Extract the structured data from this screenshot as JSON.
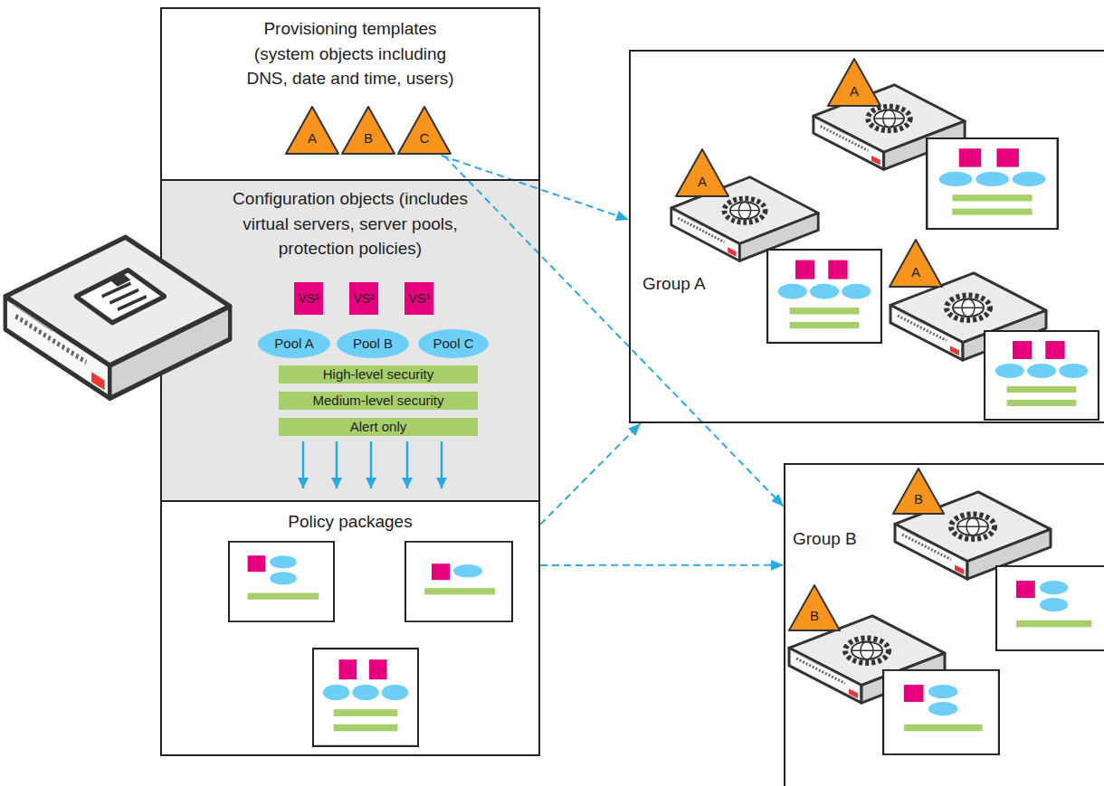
{
  "diagram": {
    "nodes": [
      {
        "text": [
          "Provisioning templates (system objects including DNS, date and time, users)"
        ]
      },
      {
        "text": [
          "A"
        ],
        "in": 0
      },
      {
        "text": [
          "B"
        ],
        "in": 0
      },
      {
        "text": [
          "C"
        ],
        "in": 0
      },
      {
        "text": [
          "Configuration objects (includes virtual servers, server pools, protection policies)"
        ]
      },
      {
        "text": [
          "VS¹"
        ],
        "in": 4
      },
      {
        "text": [
          "VS²"
        ],
        "in": 4
      },
      {
        "text": [
          "VS³"
        ],
        "in": 4
      },
      {
        "text": [
          "Pool A"
        ],
        "in": 4
      },
      {
        "text": [
          "Pool B"
        ],
        "in": 4
      },
      {
        "text": [
          "Pool C"
        ],
        "in": 4
      },
      {
        "text": [
          "High-level security"
        ],
        "in": 4
      },
      {
        "text": [
          "Medium-level security"
        ],
        "in": 4
      },
      {
        "text": [
          "Alert only"
        ],
        "in": 4
      },
      {
        "text": [
          "Policy packages"
        ]
      },
      {
        "text": [
          "Group A"
        ]
      },
      {
        "text": [
          "A"
        ],
        "in": 15
      },
      {
        "text": [
          "A"
        ],
        "in": 15
      },
      {
        "text": [
          "A"
        ],
        "in": 15
      },
      {
        "text": [
          "Group B"
        ]
      },
      {
        "text": [
          "B"
        ],
        "in": 19
      },
      {
        "text": [
          "B"
        ],
        "in": 19
      }
    ],
    "edges": [
      {
        "from": 3,
        "to": 15,
        "arrow": "to"
      },
      {
        "from": 3,
        "to": 19,
        "arrow": "to"
      },
      {
        "from": 14,
        "to": 15,
        "arrow": "to"
      },
      {
        "from": 14,
        "to": 19,
        "arrow": "to"
      }
    ]
  }
}
